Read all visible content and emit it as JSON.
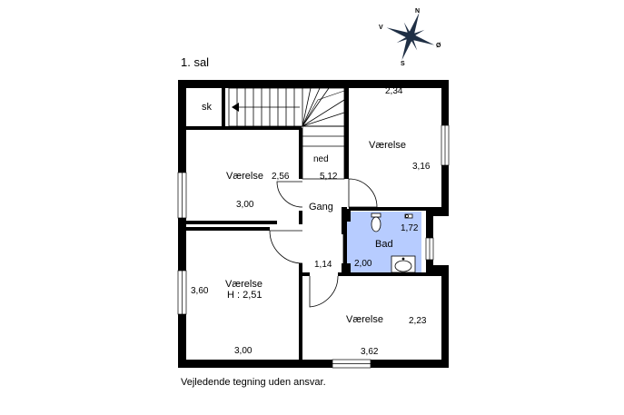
{
  "floor_title": "1. sal",
  "disclaimer": "Vejledende tegning uden ansvar.",
  "compass": {
    "n": "N",
    "s": "S",
    "v": "V",
    "o": "Ø"
  },
  "rooms": {
    "storage": {
      "label": "sk"
    },
    "stairs": {
      "label": "ned",
      "dim": "5,12"
    },
    "room_nw": {
      "label": "Værelse",
      "dim_a": "2,56",
      "dim_b": "3,00"
    },
    "room_ne": {
      "label": "Værelse",
      "dim_a": "2,34",
      "dim_b": "3,16"
    },
    "hall": {
      "label": "Gang",
      "dim": "1,14"
    },
    "bath": {
      "label": "Bad",
      "dim_a": "1,72",
      "dim_b": "2,00"
    },
    "room_sw": {
      "label": "Værelse",
      "height_label": "H : 2,51",
      "dim_a": "3,60",
      "dim_b": "3,00"
    },
    "room_se": {
      "label": "Værelse",
      "dim_a": "2,23",
      "dim_b": "3,62"
    }
  },
  "colors": {
    "wall": "#000000",
    "bath_fill": "#b7ccff",
    "compass": "#1f2f45"
  }
}
